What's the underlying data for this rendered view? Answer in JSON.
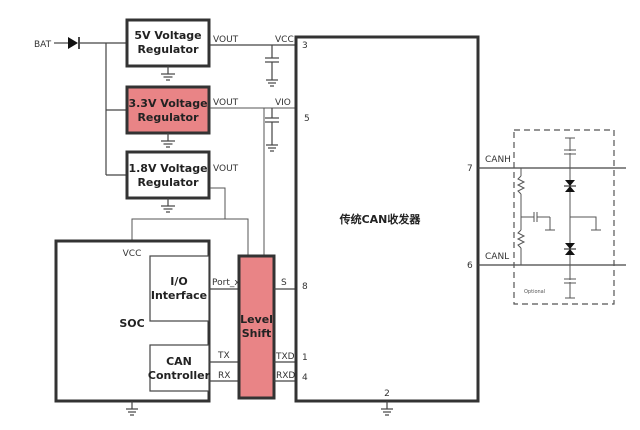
{
  "colors": {
    "highlight": "#e98486",
    "stroke": "#333333",
    "background": "#ffffff"
  },
  "input": {
    "label": "BAT"
  },
  "regulators": [
    {
      "title_line1": "5V Voltage",
      "title_line2": "Regulator",
      "output": "VOUT",
      "highlighted": false
    },
    {
      "title_line1": "3.3V Voltage",
      "title_line2": "Regulator",
      "output": "VOUT",
      "highlighted": true
    },
    {
      "title_line1": "1.8V Voltage",
      "title_line2": "Regulator",
      "output": "VOUT",
      "highlighted": false
    }
  ],
  "soc": {
    "label": "SOC",
    "vcc_label": "VCC",
    "io_interface": {
      "line1": "I/O",
      "line2": "Interface",
      "port": "Port_x"
    },
    "can_controller": {
      "line1": "CAN",
      "line2": "Controller",
      "tx": "TX",
      "rx": "RX"
    }
  },
  "level_shift": {
    "line1": "Level",
    "line2": "Shift"
  },
  "transceiver": {
    "label": "传统CAN收发器",
    "pins": {
      "vcc": {
        "name": "VCC",
        "num": "3"
      },
      "vio": {
        "name": "VIO",
        "num": "5"
      },
      "s": {
        "name": "S",
        "num": "8"
      },
      "txd": {
        "name": "TXD",
        "num": "1"
      },
      "rxd": {
        "name": "RXD",
        "num": "4"
      },
      "gnd": {
        "num": "2"
      },
      "canh": {
        "name": "CANH",
        "num": "7"
      },
      "canl": {
        "name": "CANL",
        "num": "6"
      }
    }
  },
  "optional_block": {
    "label": "Optional"
  },
  "icons": {
    "diode": "diode-icon",
    "ground": "ground-icon",
    "capacitor": "capacitor-icon",
    "resistor": "resistor-icon",
    "tvs": "tvs-diode-icon"
  }
}
